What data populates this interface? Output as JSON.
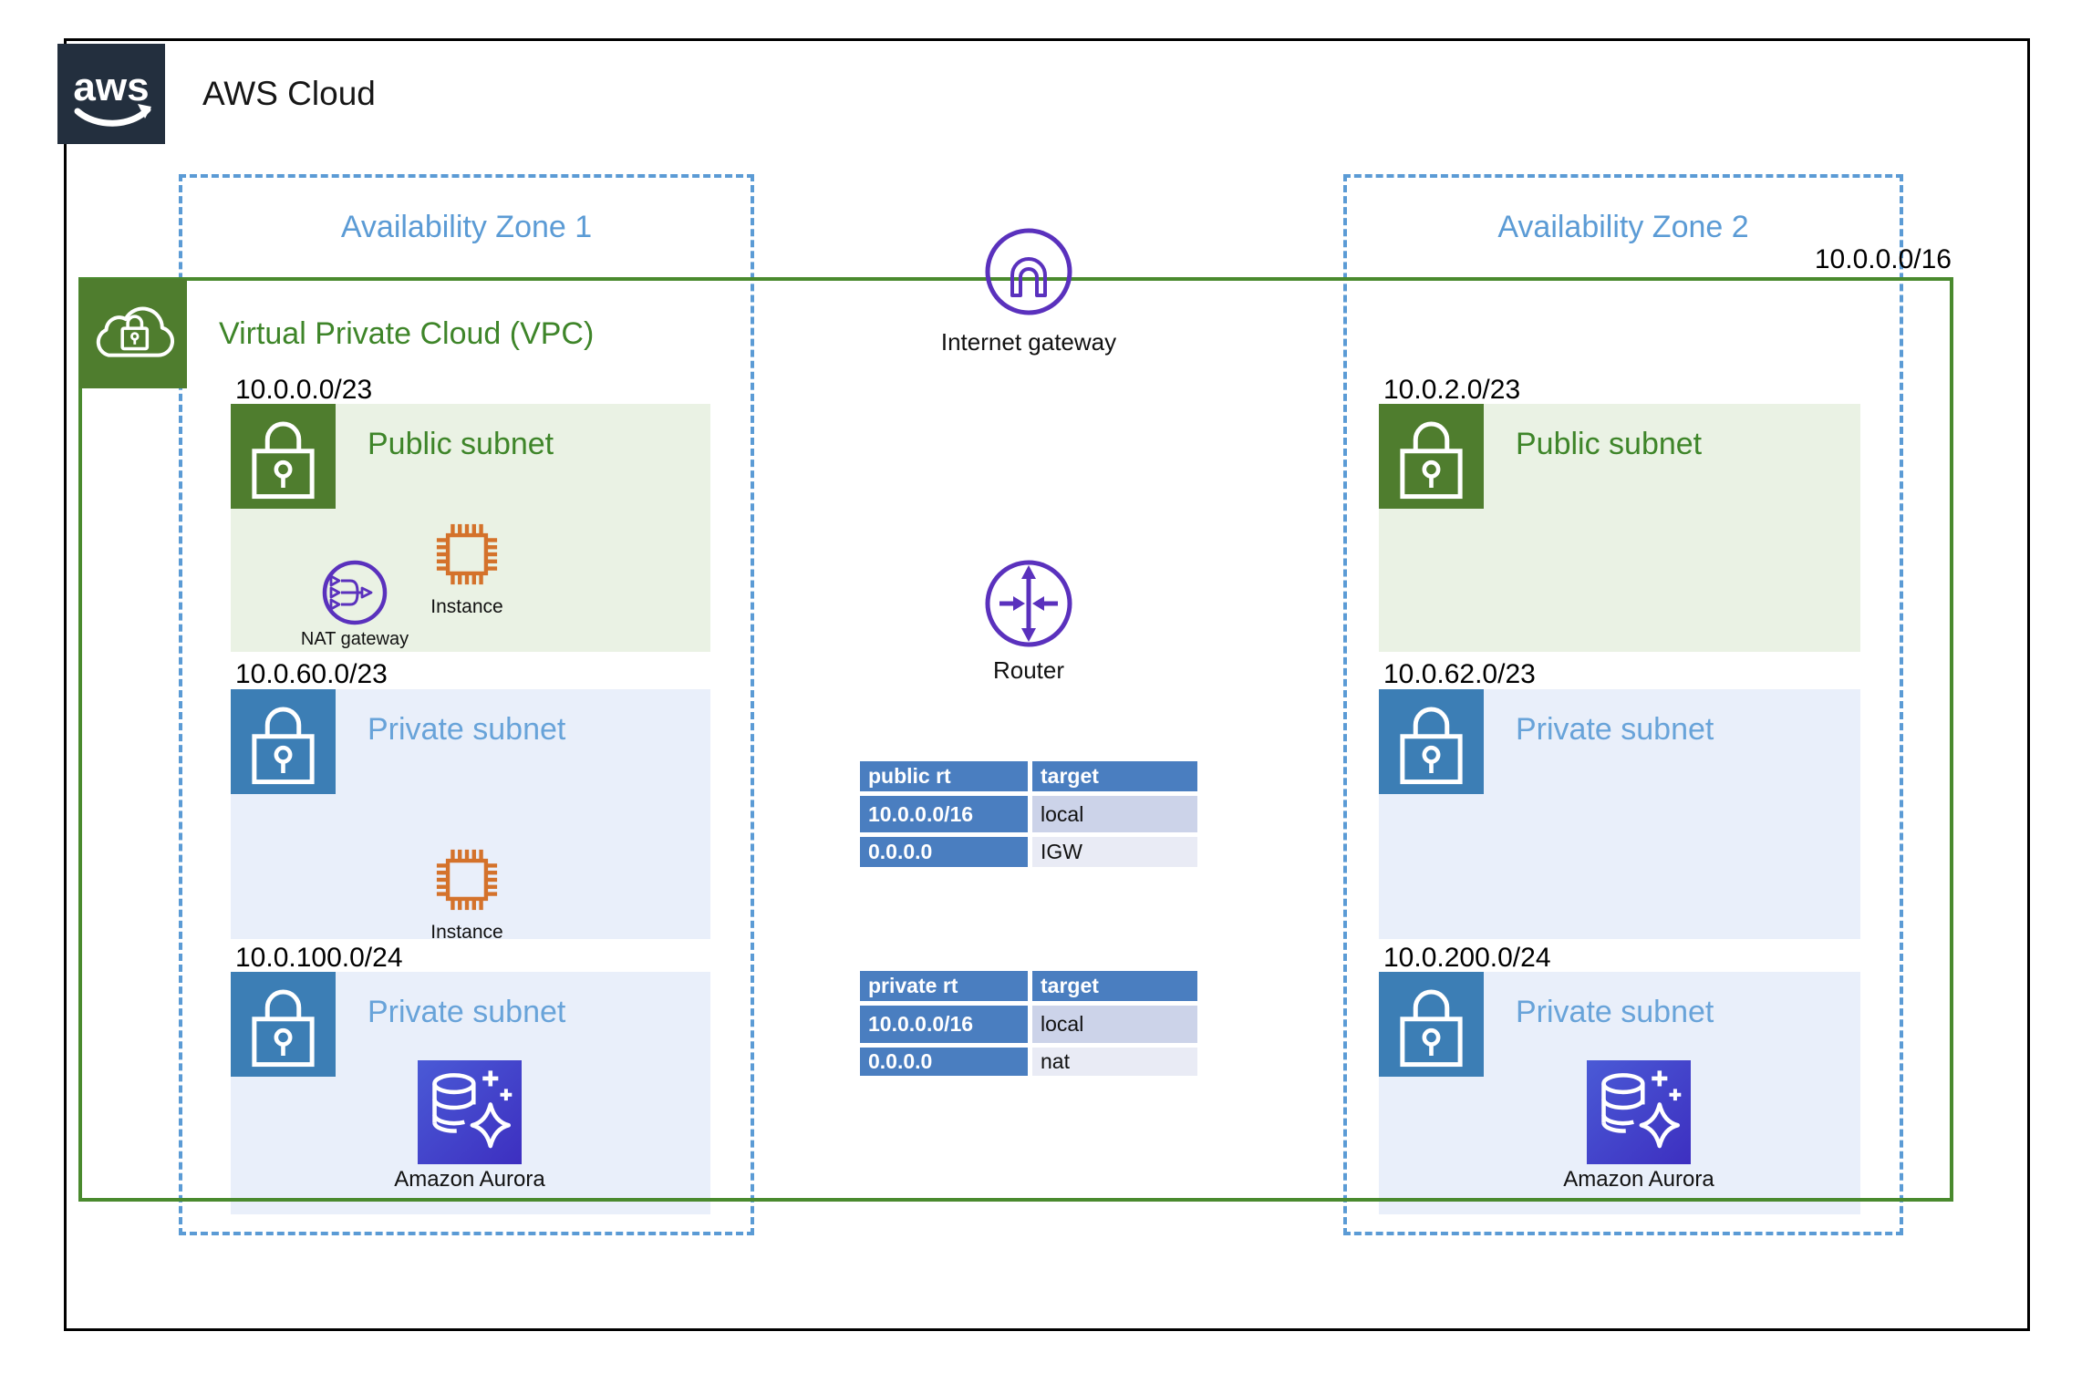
{
  "header": {
    "logo_text": "aws",
    "title": "AWS Cloud"
  },
  "vpc": {
    "label": "Virtual Private Cloud (VPC)",
    "cidr": "10.0.0.0/16"
  },
  "gateway": {
    "label": "Internet gateway"
  },
  "router": {
    "label": "Router"
  },
  "zones": [
    {
      "label": "Availability Zone 1",
      "subnets": [
        {
          "type": "public",
          "cidr": "10.0.0.0/23",
          "title": "Public subnet",
          "resources": [
            {
              "label": "NAT gateway",
              "icon": "nat-gateway-icon"
            },
            {
              "label": "Instance",
              "icon": "instance-icon"
            }
          ]
        },
        {
          "type": "private",
          "cidr": "10.0.60.0/23",
          "title": "Private subnet",
          "resources": [
            {
              "label": "Instance",
              "icon": "instance-icon"
            }
          ]
        },
        {
          "type": "private",
          "cidr": "10.0.100.0/24",
          "title": "Private subnet",
          "resources": [
            {
              "label": "Amazon Aurora",
              "icon": "aurora-icon"
            }
          ]
        }
      ]
    },
    {
      "label": "Availability Zone 2",
      "subnets": [
        {
          "type": "public",
          "cidr": "10.0.2.0/23",
          "title": "Public subnet",
          "resources": []
        },
        {
          "type": "private",
          "cidr": "10.0.62.0/23",
          "title": "Private subnet",
          "resources": []
        },
        {
          "type": "private",
          "cidr": "10.0.200.0/24",
          "title": "Private subnet",
          "resources": [
            {
              "label": "Amazon Aurora",
              "icon": "aurora-icon"
            }
          ]
        }
      ]
    }
  ],
  "route_tables": [
    {
      "name_header": "public rt",
      "target_header": "target",
      "rows": [
        {
          "dest": "10.0.0.0/16",
          "target": "local"
        },
        {
          "dest": "0.0.0.0",
          "target": "IGW"
        }
      ]
    },
    {
      "name_header": "private rt",
      "target_header": "target",
      "rows": [
        {
          "dest": "10.0.0.0/16",
          "target": "local"
        },
        {
          "dest": "0.0.0.0",
          "target": "nat"
        }
      ]
    }
  ],
  "colors": {
    "logo_bg": "#232f3e",
    "az_dashed_blue": "#5b9bd5",
    "vpc_green_border": "#4a8a2e",
    "green_icon": "#4f7d2e",
    "green_text": "#3e8529",
    "public_subnet_bg": "#eaf2e4",
    "blue_icon": "#3c7eb5",
    "private_text": "#68a3d9",
    "private_subnet_bg": "#e9effa",
    "purple": "#5a31bd",
    "orange": "#d4722b",
    "table_blue": "#4a7ec0",
    "table_row_light": "#ccd3e9",
    "table_row_lighter": "#e9ebf5",
    "aurora_gradient_start": "#4a5ad6",
    "aurora_gradient_end": "#3d2fc0"
  }
}
